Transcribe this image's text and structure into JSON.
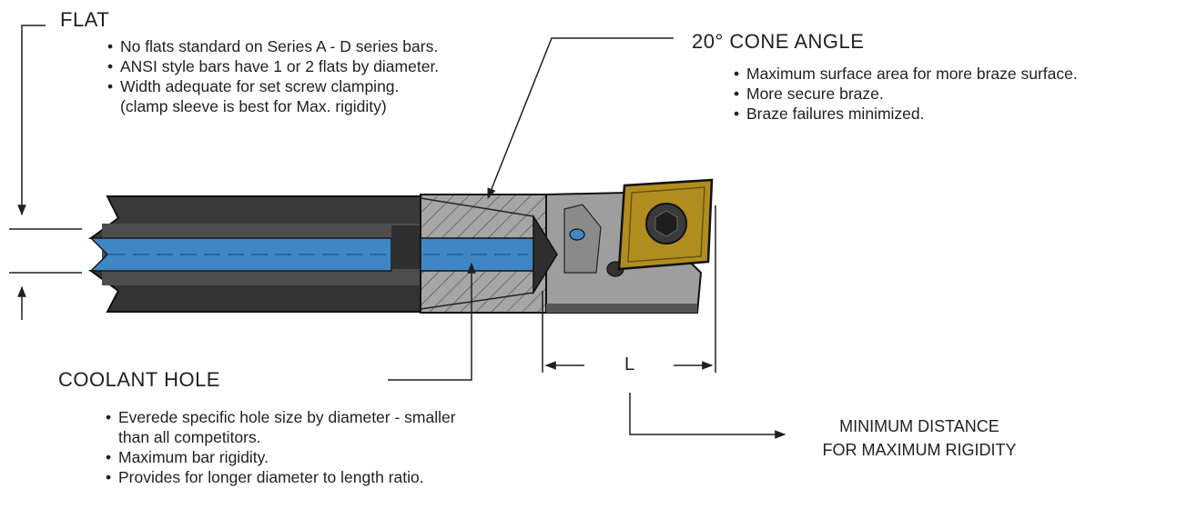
{
  "flat": {
    "title": "FLAT",
    "bullets": [
      "No flats standard on Series A - D series bars.",
      "ANSI style bars have 1 or 2 flats by diameter.",
      "Width adequate for set screw clamping."
    ],
    "note": "(clamp sleeve is best for Max. rigidity)"
  },
  "cone": {
    "title": "20° CONE ANGLE",
    "bullets": [
      "Maximum surface area for more braze surface.",
      "More secure braze.",
      "Braze failures minimized."
    ]
  },
  "coolant": {
    "title": "COOLANT HOLE",
    "bullet1_line1": "Everede specific hole size by diameter - smaller",
    "bullet1_line2": "than all competitors.",
    "bullets": [
      "Maximum bar rigidity.",
      "Provides for longer diameter to length ratio."
    ]
  },
  "dimension": {
    "label": "L",
    "caption_line1": "MINIMUM DISTANCE",
    "caption_line2": "FOR MAXIMUM RIGIDITY"
  },
  "bullet_glyph": "•",
  "colors": {
    "bar_dark": "#3a3a3a",
    "bar_mid": "#4d4d4d",
    "coolant_blue": "#3f86c4",
    "braze_gray": "#9e9e9e",
    "insert_gold": "#b08d1e",
    "text": "#231f20"
  }
}
